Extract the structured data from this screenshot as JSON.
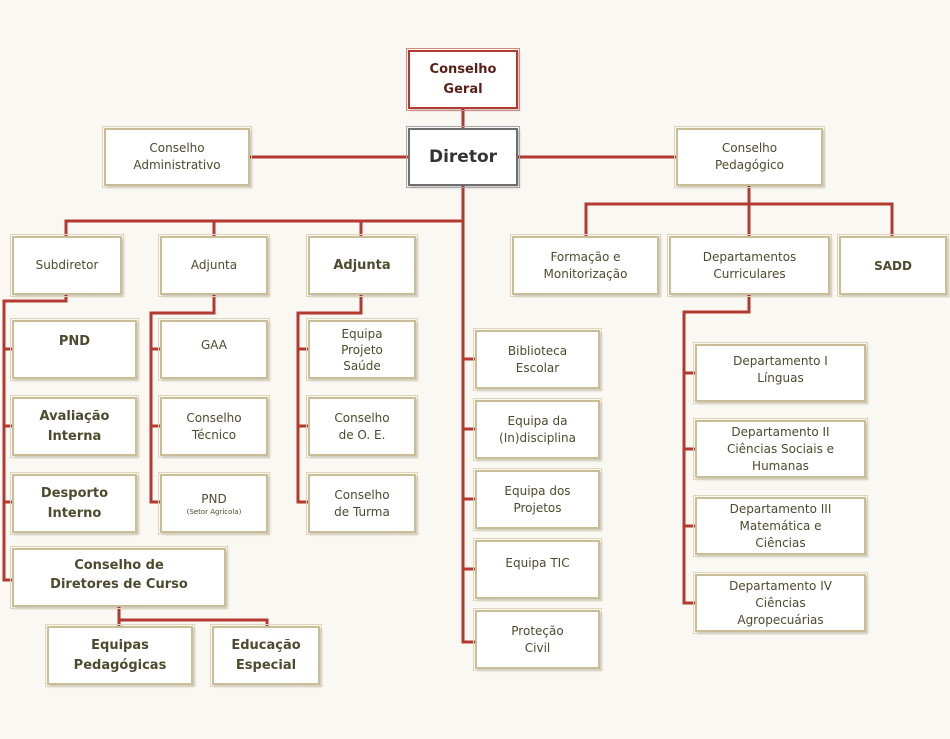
{
  "colors": {
    "connector": "#b23a30",
    "box_border": "#c9bd95",
    "top_border": "#b23a30",
    "main_border": "#6e6e6e",
    "text": "#4d4a2e"
  },
  "org": {
    "conselho_geral": [
      "Conselho",
      "Geral"
    ],
    "diretor": [
      "Diretor"
    ],
    "conselho_administrativo": [
      "Conselho",
      "Administrativo"
    ],
    "conselho_pedagogico": [
      "Conselho",
      "Pedagógico"
    ],
    "subdiretor": [
      "Subdiretor"
    ],
    "adjunta_1": [
      "Adjunta"
    ],
    "adjunta_2": [
      "Adjunta"
    ],
    "formacao": [
      "Formação e",
      "Monitorização"
    ],
    "departamentos_curriculares": [
      "Departamentos",
      "Curriculares"
    ],
    "sadd": [
      "SADD"
    ],
    "pnd_1": [
      "PND"
    ],
    "avaliacao_interna": [
      "Avaliação",
      "Interna"
    ],
    "desporto_interno": [
      "Desporto",
      "Interno"
    ],
    "conselho_diretores_curso": [
      "Conselho de",
      "Diretores de Curso"
    ],
    "equipas_pedagogicas": [
      "Equipas",
      "Pedagógicas"
    ],
    "educacao_especial": [
      "Educação",
      "Especial"
    ],
    "gaa": [
      "GAA"
    ],
    "conselho_tecnico": [
      "Conselho",
      "Técnico"
    ],
    "pnd_2": [
      "PND"
    ],
    "pnd_2_sub": "(Setor Agrícola)",
    "equipa_projeto_saude": [
      "Equipa",
      "Projeto",
      "Saúde"
    ],
    "conselho_oe": [
      "Conselho",
      "de O. E."
    ],
    "conselho_turma": [
      "Conselho",
      "de Turma"
    ],
    "biblioteca_escolar": [
      "Biblioteca",
      "Escolar"
    ],
    "equipa_indisciplina": [
      "Equipa da",
      "(In)disciplina"
    ],
    "equipa_projetos": [
      "Equipa dos",
      "Projetos"
    ],
    "equipa_tic": [
      "Equipa TIC"
    ],
    "protecao_civil": [
      "Proteção",
      "Civil"
    ],
    "departamento_1": [
      "Departamento I",
      "Línguas"
    ],
    "departamento_2": [
      "Departamento II",
      "Ciências Sociais e",
      "Humanas"
    ],
    "departamento_3": [
      "Departamento III",
      "Matemática e",
      "Ciências"
    ],
    "departamento_4": [
      "Departamento IV",
      "Ciências",
      "Agropecuárias"
    ]
  }
}
